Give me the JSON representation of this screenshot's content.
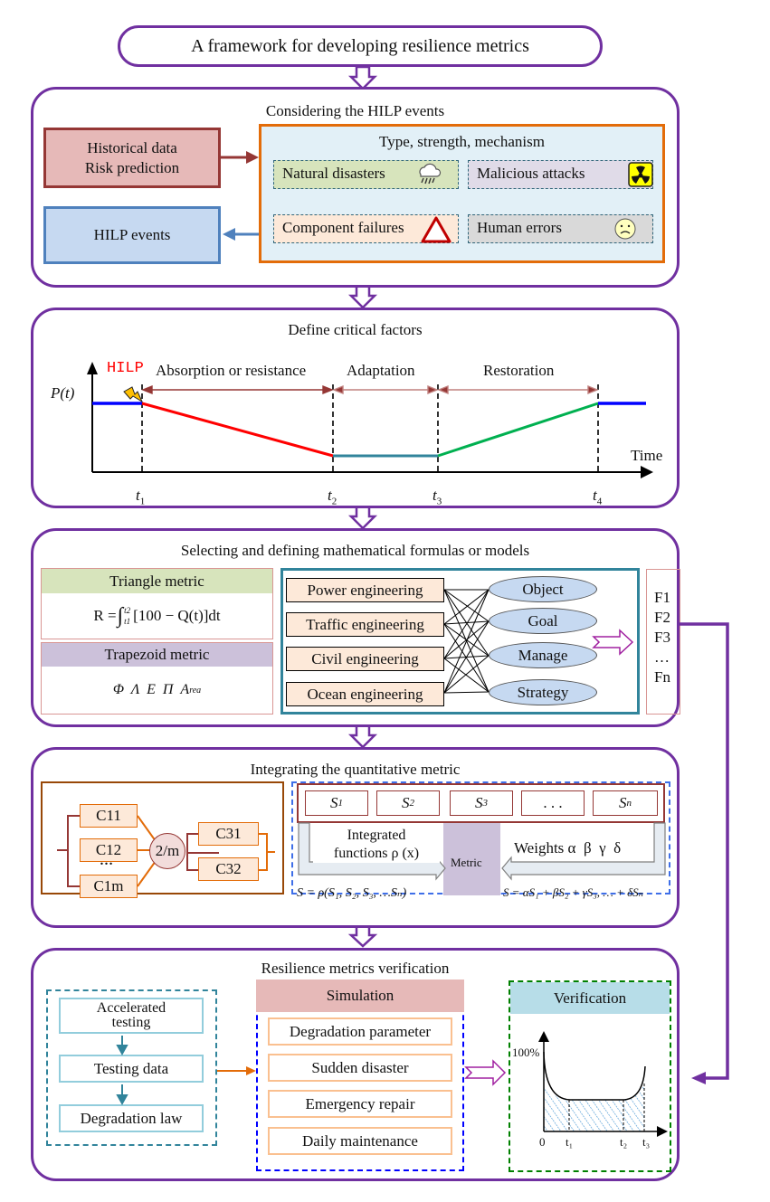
{
  "title": "A framework for developing resilience metrics",
  "hilp": {
    "title": "Considering the HILP events",
    "historical": [
      "Historical data",
      "Risk prediction"
    ],
    "events_box": "HILP events",
    "types_title": "Type, strength, mechanism",
    "types": [
      {
        "label": "Natural disasters",
        "icon": "rain-cloud-icon"
      },
      {
        "label": "Malicious attacks",
        "icon": "radiation-icon"
      },
      {
        "label": "Component failures",
        "icon": "warning-triangle-icon"
      },
      {
        "label": "Human errors",
        "icon": "sad-face-icon"
      }
    ]
  },
  "factors": {
    "title": "Define critical factors",
    "hilp_label": "HILP",
    "y_label": "P(t)",
    "x_label": "Time",
    "phases": [
      "Absorption or resistance",
      "Adaptation",
      "Restoration"
    ],
    "ticks": [
      "t",
      "t",
      "t",
      "t"
    ],
    "tick_subs": [
      "1",
      "2",
      "3",
      "4"
    ]
  },
  "formulas": {
    "title": "Selecting and defining mathematical formulas or models",
    "triangle_title": "Triangle metric",
    "triangle_formula": {
      "lhs": "R = ",
      "upper": "t2",
      "lower": "t1",
      "body": "[100 − Q(t)]dt"
    },
    "trapezoid_title": "Trapezoid metric",
    "trapezoid_symbols": "Φ  Λ  Ε  Π  A",
    "trapezoid_sub": "rea",
    "fields": [
      "Power engineering",
      "Traffic engineering",
      "Civil engineering",
      "Ocean engineering"
    ],
    "aspects": [
      "Object",
      "Goal",
      "Manage",
      "Strategy"
    ],
    "outputs": [
      "F1",
      "F2",
      "F3",
      "…",
      "Fn"
    ]
  },
  "integration": {
    "title": "Integrating the quantitative metric",
    "components": [
      "C11",
      "C12",
      "…",
      "C1m",
      "C31",
      "C32"
    ],
    "voter": "2/m",
    "sub_metrics": [
      {
        "base": "S",
        "sub": "1"
      },
      {
        "base": "S",
        "sub": "2"
      },
      {
        "base": "S",
        "sub": "3"
      },
      {
        "base": ". . .",
        "sub": ""
      },
      {
        "base": "S",
        "sub": "n"
      }
    ],
    "integrated_label": [
      "Integrated",
      "functions ρ (x)"
    ],
    "weights_label": "Weights α  β  γ  δ",
    "metric_label": "Metric",
    "formula_left": "S = ρ(S₁, S₂, S₃, …Sₙ)",
    "formula_right": "S = αS₁ + βS₂ + γS₃, … + δSₙ"
  },
  "verification": {
    "title": "Resilience metrics verification",
    "testing": [
      "Accelerated testing",
      "Testing data",
      "Degradation law"
    ],
    "simulation_title": "Simulation",
    "simulation_items": [
      "Degradation parameter",
      "Sudden disaster",
      "Emergency repair",
      "Daily maintenance"
    ],
    "verify_title": "Verification",
    "chart_y": "100%",
    "chart_ticks": [
      "0",
      "t₁",
      "t₂",
      "t₃"
    ]
  },
  "colors": {
    "purple": "#7030a0",
    "orange": "#e36c09",
    "blue_line": "#0000ff",
    "red_line": "#ff0000",
    "teal_line": "#31849b",
    "green_line": "#00b050"
  }
}
